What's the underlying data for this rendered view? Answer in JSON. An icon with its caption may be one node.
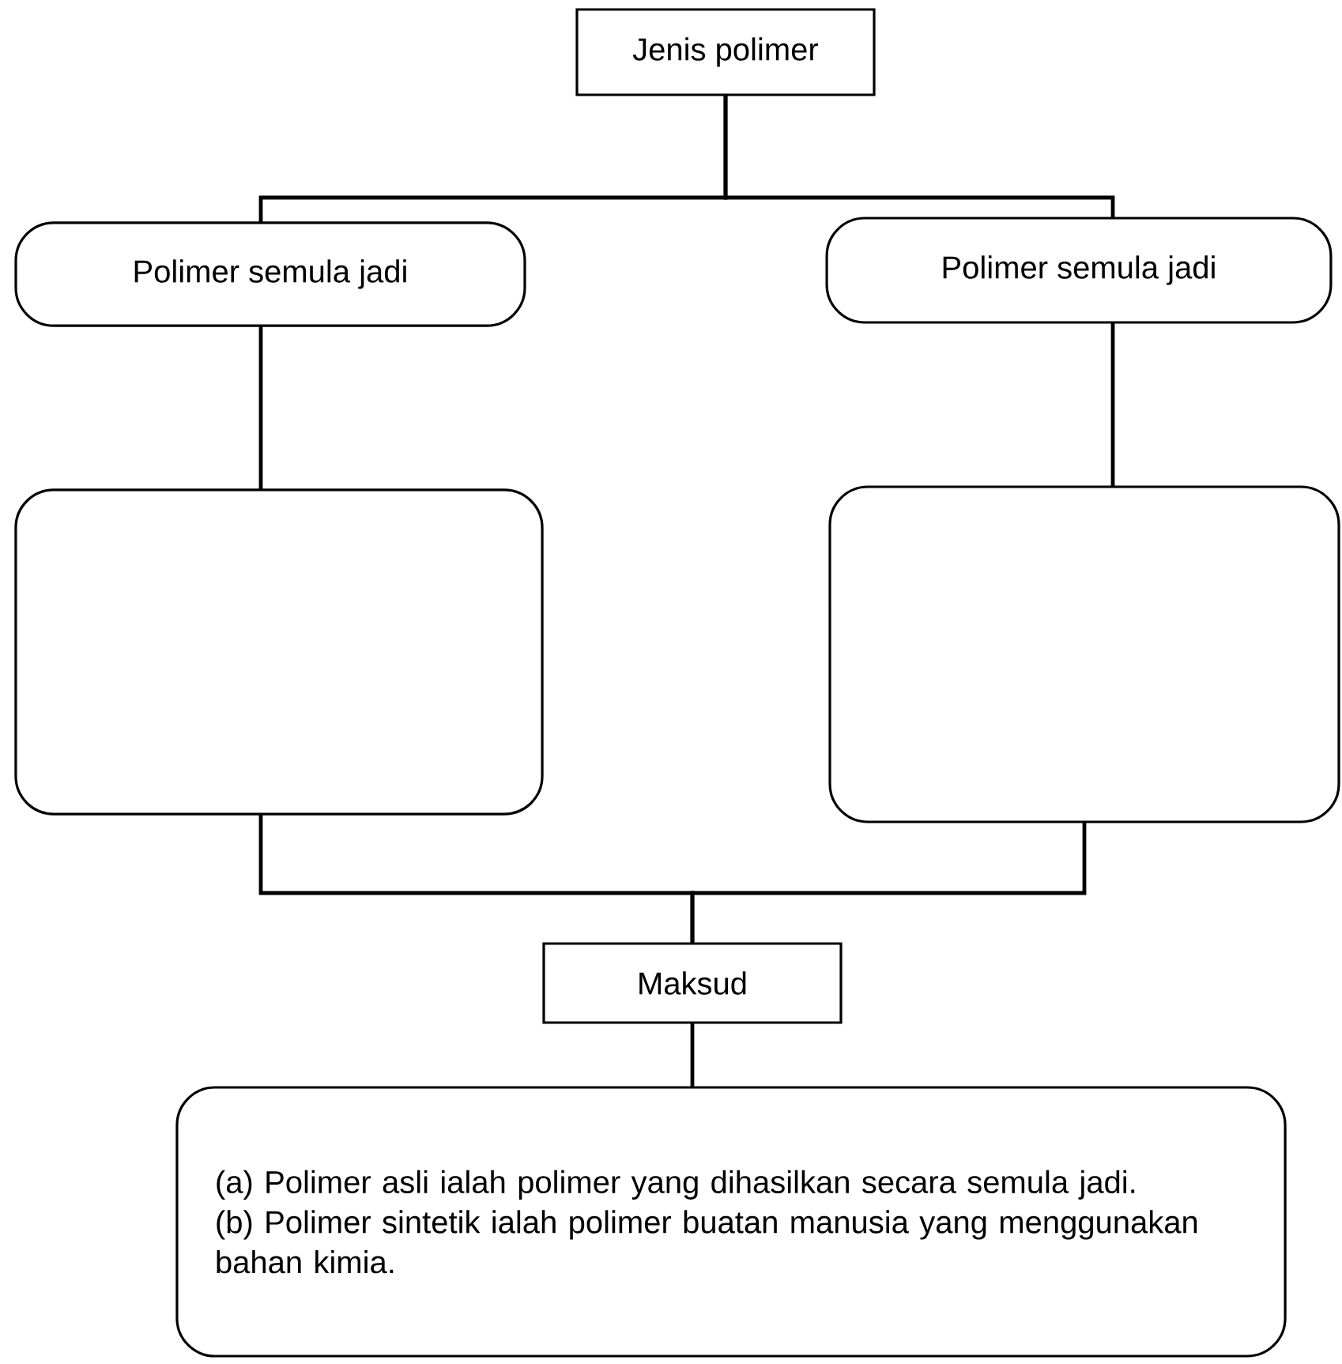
{
  "diagram": {
    "nodes": [
      {
        "text": [
          "Jenis polimer"
        ]
      },
      {
        "text": [
          "Polimer semula jadi"
        ]
      },
      {
        "text": [
          "Polimer semula jadi"
        ]
      },
      {
        "text": [],
        "shape": "box"
      },
      {
        "text": [],
        "shape": "box"
      },
      {
        "text": [
          "Maksud"
        ]
      },
      {
        "text": [
          "(a) Polimer asli ialah polimer yang dihasilkan secara semula jadi.",
          "(b) Polimer sintetik ialah polimer buatan manusia yang menggunakan bahan kimia."
        ]
      }
    ],
    "edges": [
      {
        "from": 0,
        "to": 1,
        "arrow": "none"
      },
      {
        "from": 0,
        "to": 2,
        "arrow": "none"
      },
      {
        "from": 1,
        "to": 3,
        "arrow": "none"
      },
      {
        "from": 2,
        "to": 4,
        "arrow": "none"
      },
      {
        "from": 3,
        "to": 5,
        "arrow": "none"
      },
      {
        "from": 4,
        "to": 5,
        "arrow": "none"
      },
      {
        "from": 5,
        "to": 6,
        "arrow": "none"
      }
    ]
  }
}
